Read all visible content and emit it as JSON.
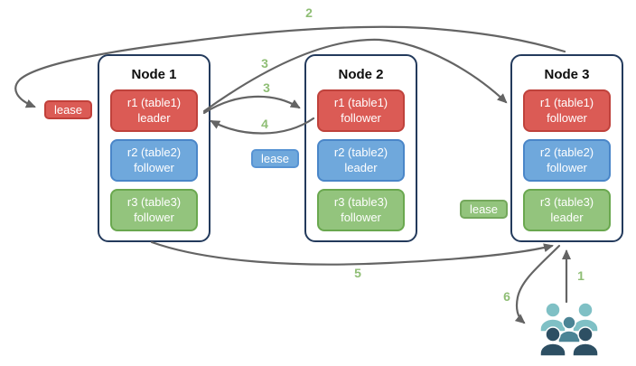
{
  "nodes": [
    {
      "title": "Node 1",
      "replicas": [
        {
          "name": "r1 (table1)",
          "role": "leader",
          "color": "red"
        },
        {
          "name": "r2 (table2)",
          "role": "follower",
          "color": "blue"
        },
        {
          "name": "r3 (table3)",
          "role": "follower",
          "color": "green"
        }
      ]
    },
    {
      "title": "Node 2",
      "replicas": [
        {
          "name": "r1 (table1)",
          "role": "follower",
          "color": "red"
        },
        {
          "name": "r2 (table2)",
          "role": "leader",
          "color": "blue"
        },
        {
          "name": "r3 (table3)",
          "role": "follower",
          "color": "green"
        }
      ]
    },
    {
      "title": "Node 3",
      "replicas": [
        {
          "name": "r1 (table1)",
          "role": "follower",
          "color": "red"
        },
        {
          "name": "r2 (table2)",
          "role": "follower",
          "color": "blue"
        },
        {
          "name": "r3 (table3)",
          "role": "leader",
          "color": "green"
        }
      ]
    }
  ],
  "leases": {
    "red": "lease",
    "blue": "lease",
    "green": "lease"
  },
  "steps": {
    "s1": "1",
    "s2": "2",
    "s3a": "3",
    "s3b": "3",
    "s4": "4",
    "s5": "5",
    "s6": "6"
  },
  "users_icon": {
    "name": "users-group-icon",
    "people_count": 5
  },
  "colors": {
    "replica_red_fill": "#db5b55",
    "replica_red_border": "#bf423c",
    "replica_blue_fill": "#6fa8dc",
    "replica_blue_border": "#4a86c8",
    "replica_green_fill": "#93c47d",
    "replica_green_border": "#6aa84f",
    "node_border": "#233a5c",
    "arrow_gray": "#646464",
    "step_label_green": "#8fbe75",
    "users_light_teal": "#7fc0c5",
    "users_mid_teal": "#4b8495",
    "users_dark_slate": "#2d4f63"
  }
}
